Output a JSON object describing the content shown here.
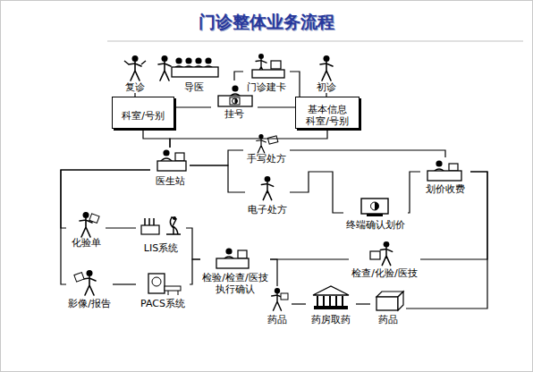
{
  "diagram": {
    "title": "门诊整体业务流程",
    "nodes": [
      {
        "text": [
          "复诊"
        ]
      },
      {
        "text": [
          "导医"
        ]
      },
      {
        "text": [
          "门诊建卡"
        ]
      },
      {
        "text": [
          "初诊"
        ]
      },
      {
        "text": [
          "科室/号别"
        ]
      },
      {
        "text": [
          "挂号"
        ]
      },
      {
        "text": [
          "基本信息",
          "科室/号别"
        ]
      },
      {
        "text": [
          "医生站"
        ]
      },
      {
        "text": [
          "手写处方"
        ]
      },
      {
        "text": [
          "划价收费"
        ]
      },
      {
        "text": [
          "电子处方"
        ]
      },
      {
        "text": [
          "终端确认划价"
        ]
      },
      {
        "text": [
          "化验单"
        ]
      },
      {
        "text": [
          "LIS系统"
        ]
      },
      {
        "text": [
          "检验/检查/医技 执行确认"
        ]
      },
      {
        "text": [
          "检查/化验/医技"
        ]
      },
      {
        "text": [
          "影像/报告"
        ]
      },
      {
        "text": [
          "PACS系统"
        ]
      },
      {
        "text": [
          "药品"
        ]
      },
      {
        "text": [
          "药房取药"
        ]
      },
      {
        "text": [
          "药品"
        ]
      }
    ],
    "edges": [
      {
        "from": 0,
        "to": 4,
        "arrow": "none"
      },
      {
        "from": 2,
        "to": 5,
        "arrow": "none"
      },
      {
        "from": 2,
        "to": 6,
        "arrow": "none"
      },
      {
        "from": 3,
        "to": 6,
        "arrow": "none"
      },
      {
        "from": 5,
        "to": 4,
        "arrow": "none"
      },
      {
        "from": 5,
        "to": 6,
        "arrow": "none"
      },
      {
        "from": 4,
        "to": 7,
        "arrow": "none"
      },
      {
        "from": 6,
        "to": 7,
        "arrow": "none"
      },
      {
        "from": 7,
        "to": 8,
        "arrow": "none"
      },
      {
        "from": 7,
        "to": 10,
        "arrow": "none"
      },
      {
        "from": 8,
        "to": 9,
        "arrow": "none"
      },
      {
        "from": 10,
        "to": 11,
        "arrow": "none"
      },
      {
        "from": 11,
        "to": 9,
        "arrow": "none"
      },
      {
        "from": 9,
        "to": 15,
        "arrow": "none"
      },
      {
        "from": 9,
        "to": 20,
        "arrow": "none"
      },
      {
        "from": 20,
        "to": 19,
        "arrow": "none"
      },
      {
        "from": 19,
        "to": 18,
        "arrow": "none"
      },
      {
        "from": 15,
        "to": 14,
        "arrow": "none"
      },
      {
        "from": 18,
        "to": 14,
        "arrow": "none"
      },
      {
        "from": 14,
        "to": 13,
        "arrow": "none"
      },
      {
        "from": 14,
        "to": 17,
        "arrow": "none"
      },
      {
        "from": 13,
        "to": 12,
        "arrow": "none"
      },
      {
        "from": 17,
        "to": 16,
        "arrow": "none"
      },
      {
        "from": 12,
        "to": 7,
        "arrow": "none"
      },
      {
        "from": 16,
        "to": 7,
        "arrow": "none"
      }
    ]
  }
}
